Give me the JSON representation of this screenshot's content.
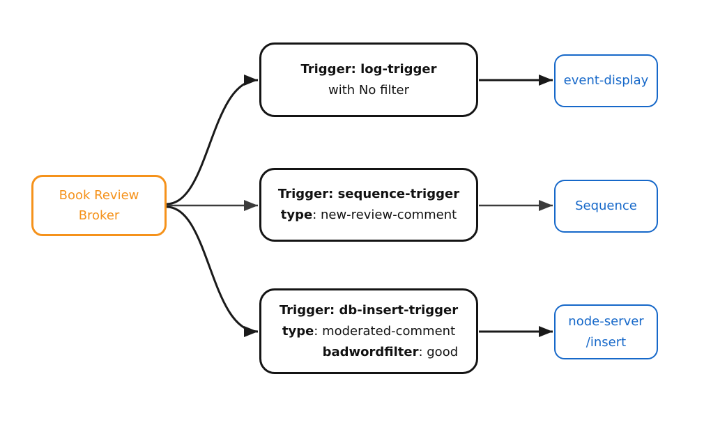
{
  "diagram": {
    "broker": {
      "line1": "Book Review",
      "line2": "Broker"
    },
    "triggers": {
      "log": {
        "title": "Trigger: log-trigger",
        "subtitle": "with No filter"
      },
      "sequence": {
        "title": "Trigger: sequence-trigger",
        "attr1_key": "type",
        "attr1_val": ": new-review-comment"
      },
      "db_insert": {
        "title": "Trigger: db-insert-trigger",
        "attr1_key": "type",
        "attr1_val": ": moderated-comment",
        "attr2_key": "badwordfilter",
        "attr2_val": ": good"
      }
    },
    "sinks": {
      "event_display": {
        "label": "event-display"
      },
      "sequence": {
        "label": "Sequence"
      },
      "node_server": {
        "line1": "node-server",
        "line2": "/insert"
      }
    }
  },
  "colors": {
    "background": "#FFFFFF",
    "broker_accent": "#F5921B",
    "sink_accent": "#1668C9",
    "trigger_border": "#141414",
    "trigger_text": "#111111",
    "edge_dark": "#1A1A1A",
    "edge_gray": "#3B3B3B"
  }
}
